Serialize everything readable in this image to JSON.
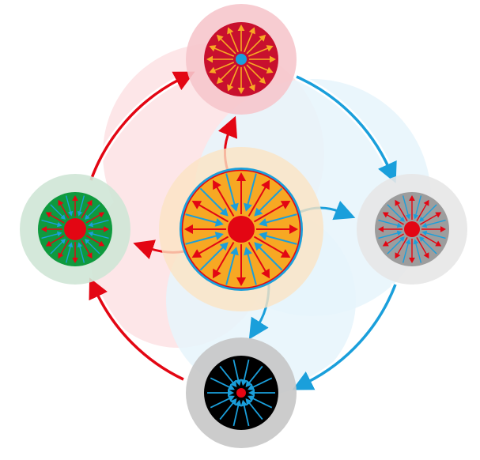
{
  "colors": {
    "red": "#e30613",
    "blue": "#1a9fdb",
    "orange": "#f7a823",
    "dark_red": "#c8102e",
    "green": "#0f9a3e",
    "gray": "#9d9d9d",
    "black": "#000000",
    "pink_halo": "#f6c6cc",
    "green_halo": "#cfe6d6",
    "gray_halo": "#e7e7e7",
    "dark_gray_halo": "#c7c7c7",
    "orange_halo": "#fbe3c3",
    "light_pink_bg": "#fde6e8",
    "light_blue_bg": "#e6f4fb"
  },
  "nodes": [
    {
      "id": "center",
      "fill": "orange",
      "core": "red",
      "pattern": "outward-red-inward-blue",
      "ring": "blue"
    },
    {
      "id": "top",
      "fill": "dark_red",
      "core": "blue",
      "pattern": "outward-orange"
    },
    {
      "id": "left",
      "fill": "green",
      "core": "red",
      "pattern": "outward-red-inward-blue"
    },
    {
      "id": "right",
      "fill": "gray",
      "core": "red",
      "pattern": "outward-red-inward-blue"
    },
    {
      "id": "bottom",
      "fill": "black",
      "core": "red",
      "pattern": "inward-blue"
    }
  ],
  "links": [
    {
      "from": "center",
      "to": "top",
      "color": "red"
    },
    {
      "from": "center",
      "to": "left",
      "color": "red"
    },
    {
      "from": "center",
      "to": "right",
      "color": "blue"
    },
    {
      "from": "center",
      "to": "bottom",
      "color": "blue"
    },
    {
      "from": "left",
      "to": "top",
      "color": "red"
    },
    {
      "from": "top",
      "to": "right",
      "color": "blue"
    },
    {
      "from": "right",
      "to": "bottom",
      "color": "blue"
    },
    {
      "from": "bottom",
      "to": "left",
      "color": "red"
    }
  ]
}
